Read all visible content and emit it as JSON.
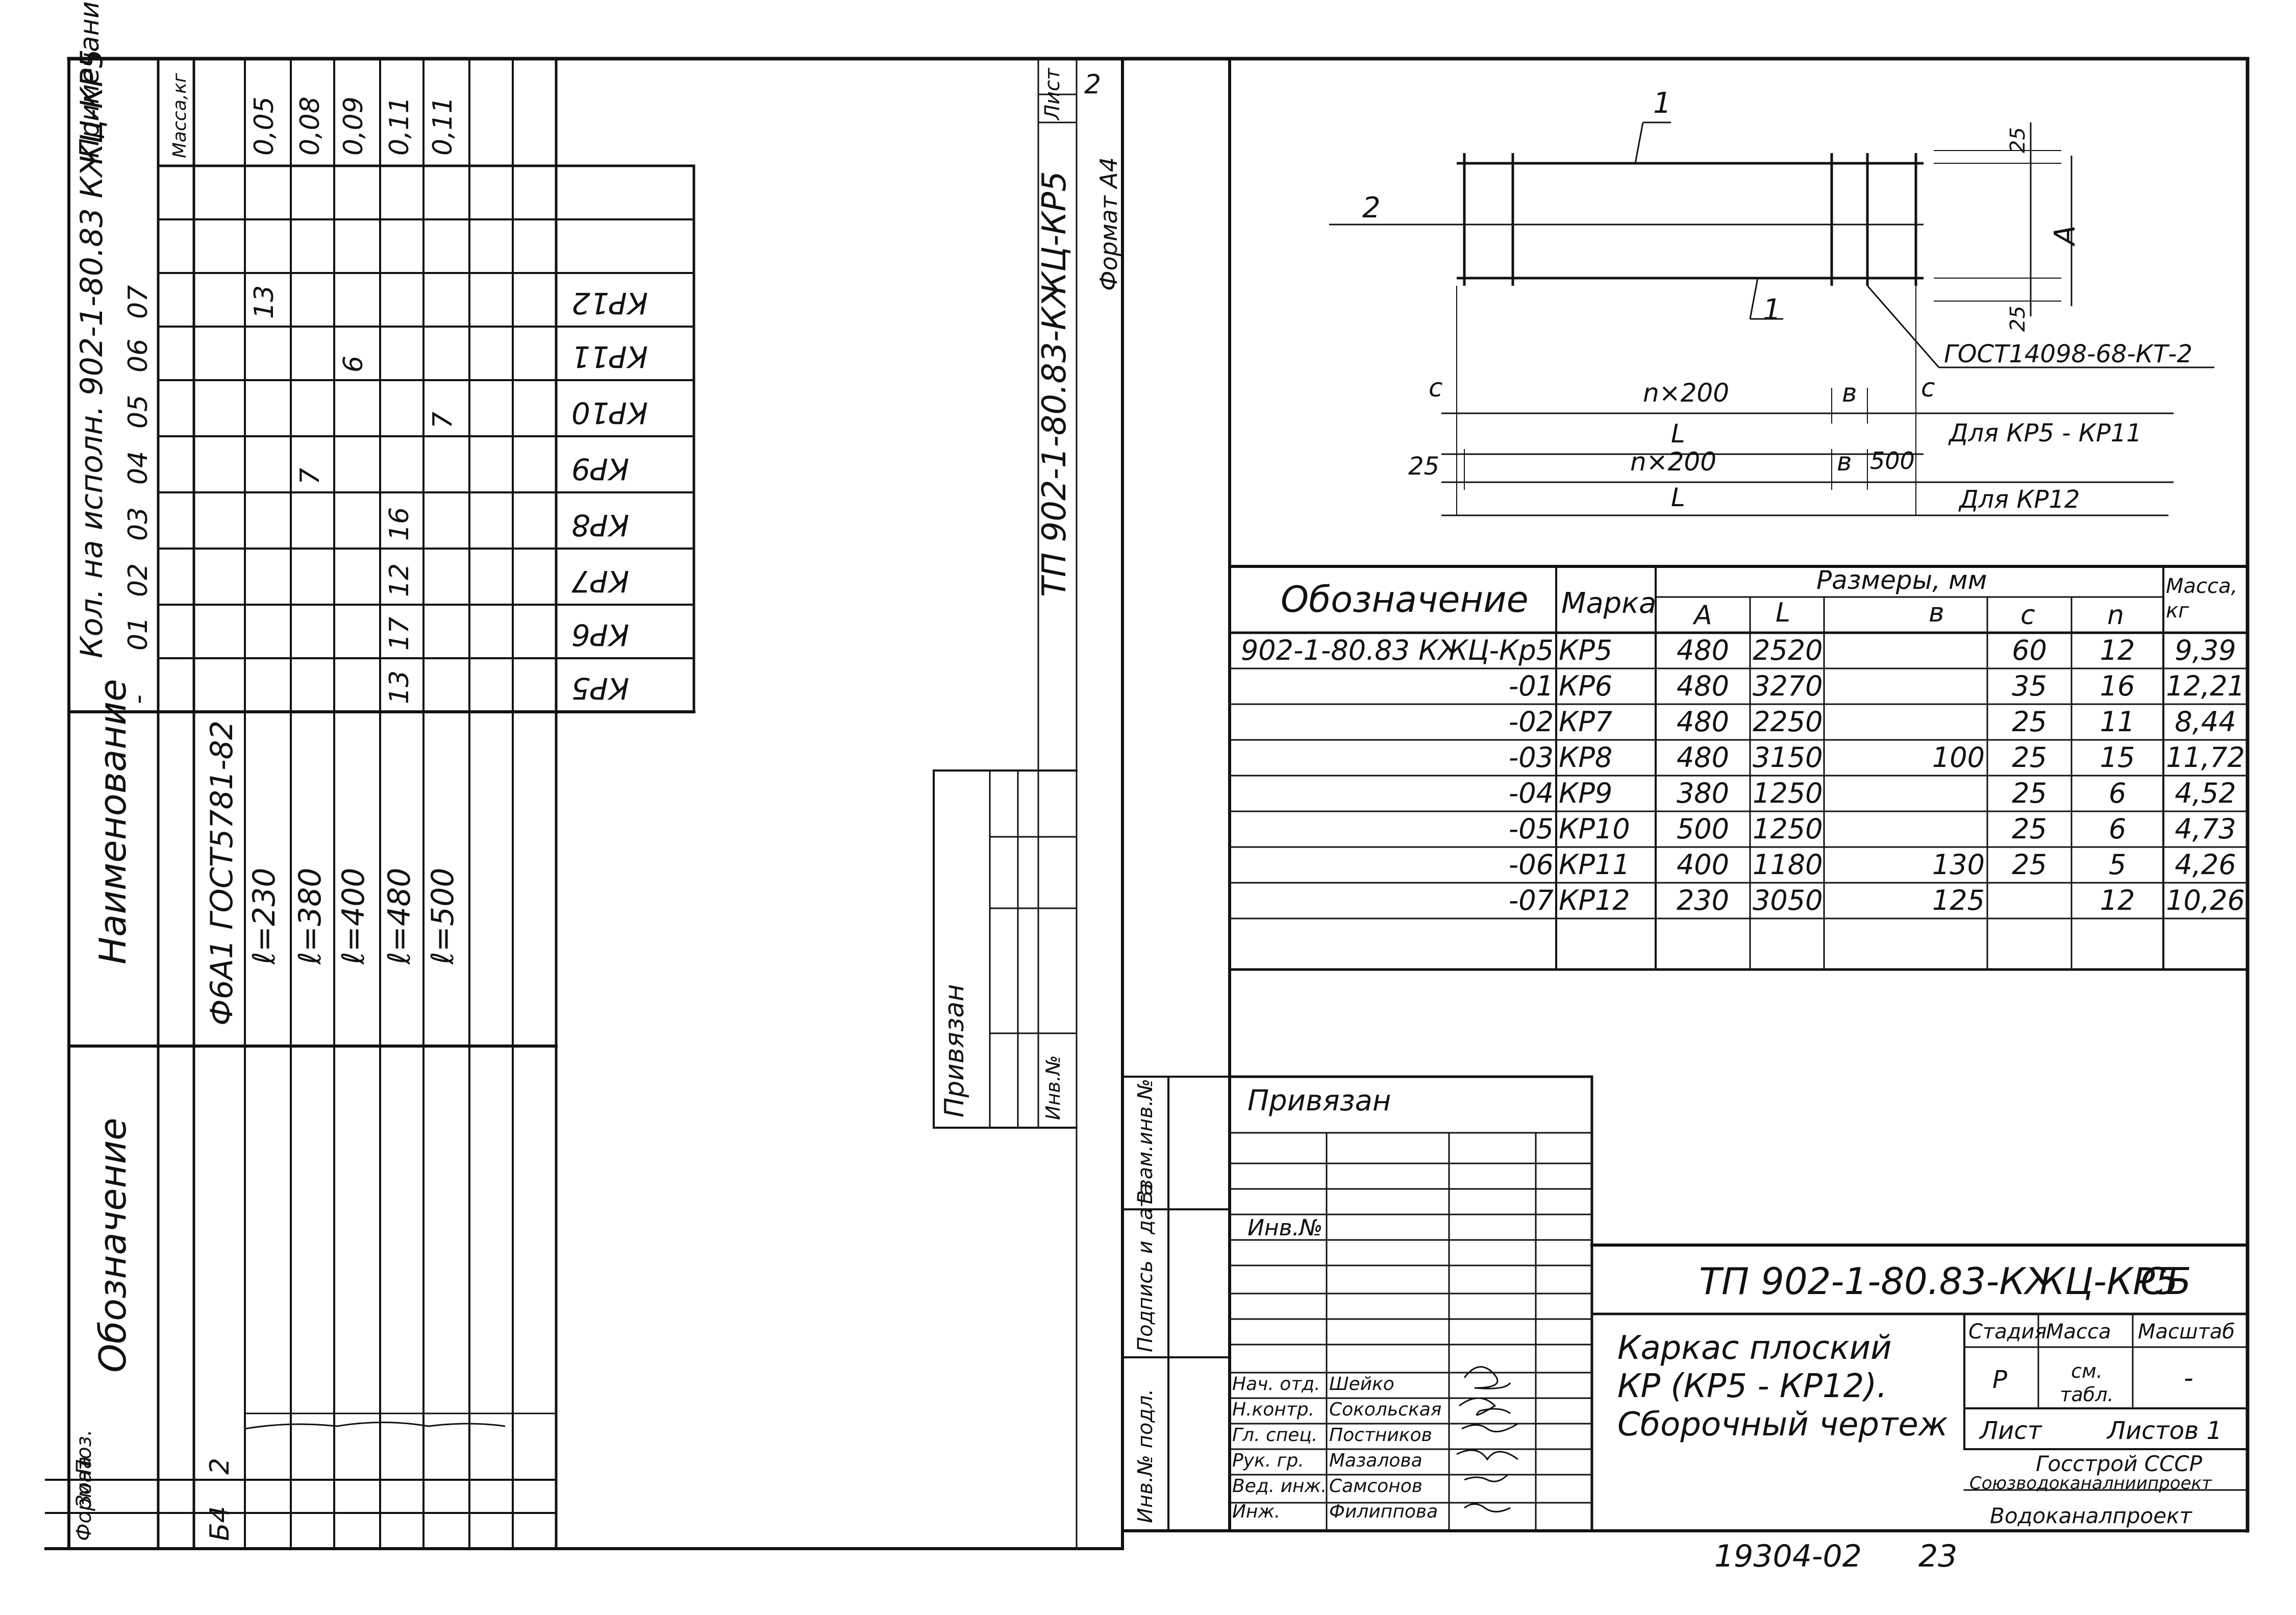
{
  "main_title": {
    "designation": "ТП 902-1-80.83-КЖЦ-КР5",
    "stage_code": "СБ",
    "name_lines": [
      "Каркас плоский",
      "КР (КР5 - КР12).",
      "Сборочный чертеж"
    ],
    "headers": {
      "stage": "Стадия",
      "mass": "Масса",
      "scale": "Масштаб"
    },
    "values": {
      "stage": "Р",
      "mass": "см. табл.",
      "scale": "-"
    },
    "sheet_label": "Лист",
    "sheets_label": "Листов 1",
    "org1": "Госстрой СССР",
    "org2": "Союзводоканалниипроект",
    "org3": "Водоканалпроект",
    "privyazan": "Привязан",
    "inv_no": "Инв.№",
    "staff": [
      {
        "role": "Нач. отд.",
        "name": "Шейко"
      },
      {
        "role": "Н.контр.",
        "name": "Сокольская"
      },
      {
        "role": "Гл. спец.",
        "name": "Постников"
      },
      {
        "role": "Рук. гр.",
        "name": "Мазалова"
      },
      {
        "role": "Вед. инж.",
        "name": "Самсонов"
      },
      {
        "role": "Инж.",
        "name": "Филиппова"
      }
    ],
    "side_labels": [
      "Взам.инв.№",
      "Подпись и дата",
      "Инв.№ подл."
    ]
  },
  "footer": {
    "number": "19304-02",
    "page": "23"
  },
  "drawing": {
    "label_1_top": "1",
    "label_1_bottom": "1",
    "label_2": "2",
    "dim_25_top": "25",
    "dim_A": "А",
    "dim_25_bottom": "25",
    "dim_c": "c",
    "dim_n200_1": "n×200",
    "dim_b_1": "в",
    "dim_L_1": "L",
    "dim_25_left": "25",
    "dim_n200_2": "n×200",
    "dim_b_2": "в",
    "dim_500": "500",
    "dim_L_2": "L",
    "gost_callout": "ГОСТ14098-68-КТ-2",
    "for_kp5_kp11": "Для КР5 - КР11",
    "for_kp12": "Для КР12"
  },
  "size_table": {
    "headers": {
      "designation": "Обозначение",
      "mark": "Марка",
      "sizes_group": "Размеры, мм",
      "A": "А",
      "L": "L",
      "b": "в",
      "c": "с",
      "n": "n",
      "mass": "Масса, кг"
    },
    "rows": [
      {
        "des": "902-1-80.83 КЖЦ-Кр5",
        "mark": "КР5",
        "A": "480",
        "L": "2520",
        "b": "",
        "c": "60",
        "n": "12",
        "mass": "9,39"
      },
      {
        "des": "-01",
        "mark": "КР6",
        "A": "480",
        "L": "3270",
        "b": "",
        "c": "35",
        "n": "16",
        "mass": "12,21"
      },
      {
        "des": "-02",
        "mark": "КР7",
        "A": "480",
        "L": "2250",
        "b": "",
        "c": "25",
        "n": "11",
        "mass": "8,44"
      },
      {
        "des": "-03",
        "mark": "КР8",
        "A": "480",
        "L": "3150",
        "b": "100",
        "c": "25",
        "n": "15",
        "mass": "11,72"
      },
      {
        "des": "-04",
        "mark": "КР9",
        "A": "380",
        "L": "1250",
        "b": "",
        "c": "25",
        "n": "6",
        "mass": "4,52"
      },
      {
        "des": "-05",
        "mark": "КР10",
        "A": "500",
        "L": "1250",
        "b": "",
        "c": "25",
        "n": "6",
        "mass": "4,73"
      },
      {
        "des": "-06",
        "mark": "КР11",
        "A": "400",
        "L": "1180",
        "b": "130",
        "c": "25",
        "n": "5",
        "mass": "4,26"
      },
      {
        "des": "-07",
        "mark": "КР12",
        "A": "230",
        "L": "3050",
        "b": "125",
        "c": "",
        "n": "12",
        "mass": "10,26"
      }
    ]
  },
  "middle": {
    "sheet_label": "Лист",
    "sheet_no": "2",
    "designation": "ТП 902-1-80.83-КЖЦ-КР5",
    "format": "Формат А4",
    "privyazan": "Привязан",
    "inv_no": "Инв.№"
  },
  "spec": {
    "col_headers": {
      "format": "Формат",
      "zone": "Зона",
      "pos": "Поз.",
      "designation": "Обозначение",
      "name": "Наименование",
      "qty": "Кол. на исполн. 902-1-80.83 КЖЦ-КР5",
      "note": "Примечание"
    },
    "format_value": "Б4",
    "pos_value": "2",
    "mass_header": "Масса,кг",
    "variants": [
      "-",
      "01",
      "02",
      "03",
      "04",
      "05",
      "06",
      "07"
    ],
    "material": "Ф6А1 ГОСТ5781-82",
    "lengths": [
      "ℓ=230",
      "ℓ=380",
      "ℓ=400",
      "ℓ=480",
      "ℓ=500"
    ],
    "masses": [
      "0,05",
      "0,08",
      "0,09",
      "0,11",
      "0,11"
    ],
    "marks": [
      "КР5",
      "КР6",
      "КР7",
      "КР8",
      "КР9",
      "КР10",
      "КР11",
      "КР12"
    ],
    "qty": [
      {
        "row": 0,
        "col": 7,
        "v": "13"
      },
      {
        "row": 1,
        "col": 4,
        "v": "7"
      },
      {
        "row": 2,
        "col": 6,
        "v": "6"
      },
      {
        "row": 3,
        "col": 0,
        "v": "13"
      },
      {
        "row": 3,
        "col": 1,
        "v": "17"
      },
      {
        "row": 3,
        "col": 2,
        "v": "12"
      },
      {
        "row": 3,
        "col": 3,
        "v": "16"
      },
      {
        "row": 4,
        "col": 5,
        "v": "7"
      }
    ]
  }
}
